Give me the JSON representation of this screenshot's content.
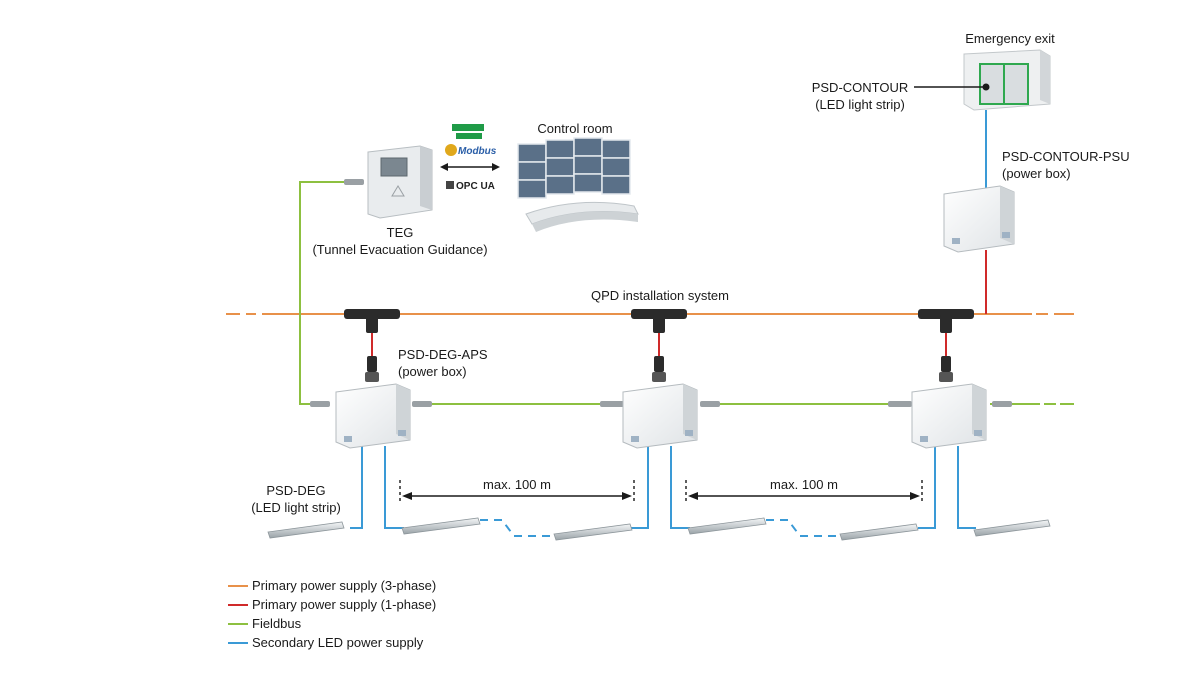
{
  "colors": {
    "primary_3phase": "#e8914a",
    "primary_1phase": "#d02a2a",
    "fieldbus": "#8dc040",
    "secondary_led": "#3a9ad6"
  },
  "labels": {
    "emergency_exit": "Emergency exit",
    "psd_contour_title": "PSD-CONTOUR",
    "psd_contour_sub": "(LED light strip)",
    "psd_contour_psu_title": "PSD-CONTOUR-PSU",
    "psd_contour_psu_sub": "(power box)",
    "control_room": "Control room",
    "teg_title": "TEG",
    "teg_sub": "(Tunnel Evacuation Guidance)",
    "qpd": "QPD installation system",
    "psd_deg_aps_title": "PSD-DEG-APS",
    "psd_deg_aps_sub": "(power box)",
    "psd_deg_title": "PSD-DEG",
    "psd_deg_sub": "(LED light strip)",
    "distance_1": "max. 100 m",
    "distance_2": "max. 100 m"
  },
  "protocols": [
    {
      "name": "PROFINET",
      "icon": "profinet-logo-icon"
    },
    {
      "name": "Modbus",
      "icon": "modbus-logo-icon"
    },
    {
      "name": "OPC UA",
      "icon": "opc-ua-logo-icon"
    }
  ],
  "legend": [
    {
      "label": "Primary power supply (3-phase)",
      "color_key": "primary_3phase"
    },
    {
      "label": "Primary power supply (1-phase)",
      "color_key": "primary_1phase"
    },
    {
      "label": "Fieldbus",
      "color_key": "fieldbus"
    },
    {
      "label": "Secondary LED power supply",
      "color_key": "secondary_led"
    }
  ]
}
